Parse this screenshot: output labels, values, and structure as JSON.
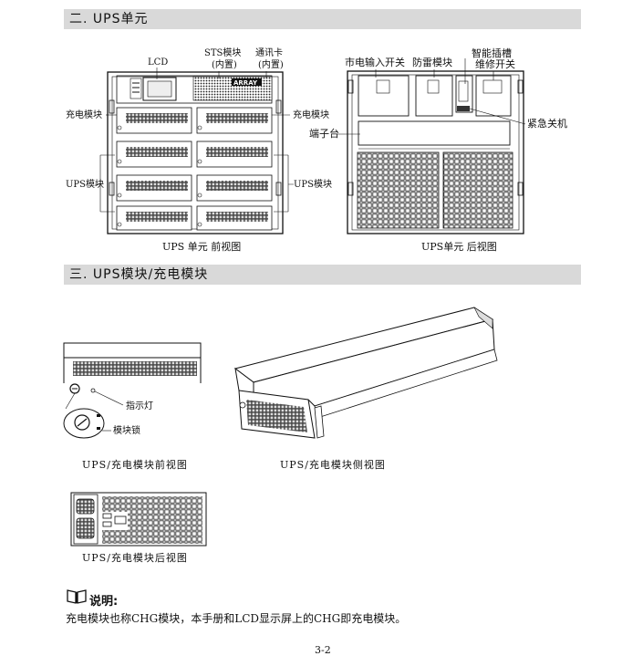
{
  "sections": {
    "ups_unit": "二. UPS单元",
    "module": "三. UPS模块/充电模块"
  },
  "front": {
    "lcd": "LCD",
    "sts": "STS模块",
    "sts_sub": "(内置)",
    "comm": "通讯卡",
    "comm_sub": "(内置)",
    "brand": "ARRAY",
    "charger_left": "充电模块",
    "charger_right": "充电模块",
    "ups_left": "UPS模块",
    "ups_right": "UPS模块",
    "caption": "UPS 单元 前视图"
  },
  "rear": {
    "mains": "市电输入开关",
    "surge": "防雷模块",
    "smart1": "智能插槽",
    "smart2": "维修开关",
    "terminal": "端子台",
    "epo": "紧急关机",
    "caption": "UPS单元 后视图"
  },
  "module": {
    "indicator": "指示灯",
    "lock": "模块锁",
    "front_caption": "UPS/充电模块前视图",
    "side_caption": "UPS/充电模块侧视图",
    "rear_caption": "UPS/充电模块后视图"
  },
  "note": {
    "title": "说明:",
    "text": "充电模块也称CHG模块，本手册和LCD显示屏上的CHG即充电模块。"
  },
  "page_number": "3-2"
}
